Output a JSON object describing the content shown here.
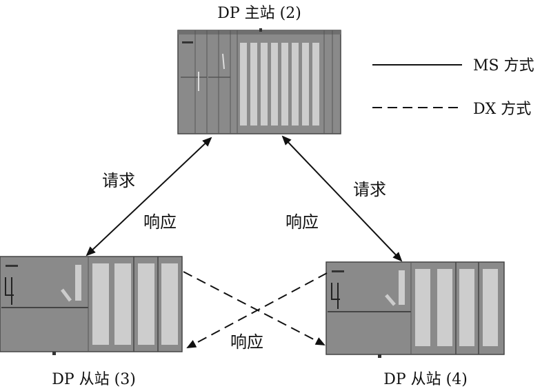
{
  "nodes": {
    "master": {
      "label": "DP 主站 (2)"
    },
    "slave3": {
      "label": "DP 从站 (3)"
    },
    "slave4": {
      "label": "DP 从站 (4)"
    }
  },
  "legend": {
    "ms": {
      "label": "MS 方式",
      "style": "solid"
    },
    "dx": {
      "label": "DX 方式",
      "style": "dashed"
    }
  },
  "edges": {
    "left_request": "请求",
    "left_response": "响应",
    "right_request": "请求",
    "right_response": "响应",
    "cross_response": "响应"
  },
  "colors": {
    "rack_body": "#8a8a8a",
    "rack_dark": "#555555",
    "module_light": "#cdcdcd",
    "line": "#111111"
  }
}
